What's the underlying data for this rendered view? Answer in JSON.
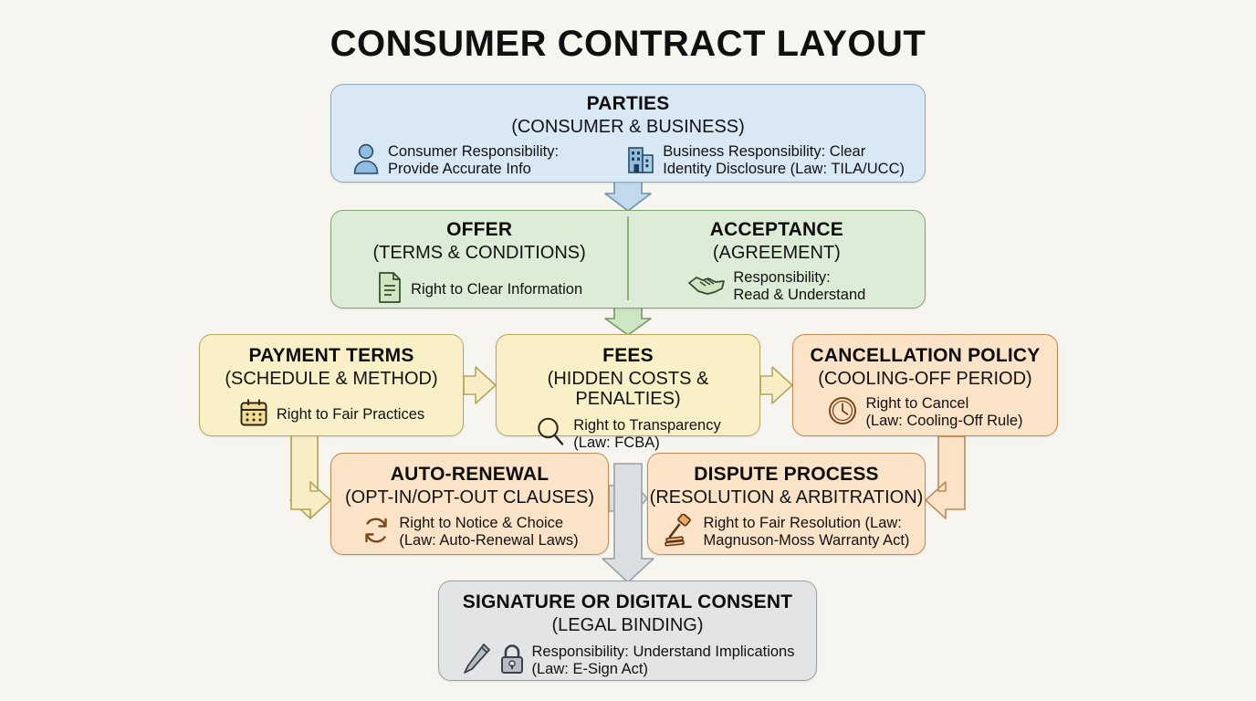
{
  "title": "CONSUMER CONTRACT LAYOUT",
  "colors": {
    "background": "#f7f5f0",
    "parties_fill": "#d9e8f5",
    "parties_border": "#8fa9bd",
    "offer_fill": "#dcecd6",
    "offer_border": "#7fa476",
    "payment_fill": "#faf0c8",
    "payment_border": "#b3a85c",
    "cancel_fill": "#fbe3c8",
    "cancel_border": "#c08a55",
    "signature_fill": "#e2e4e6",
    "signature_border": "#9aa0a6"
  },
  "nodes": {
    "parties": {
      "heading": "PARTIES",
      "subheading": "(CONSUMER & BUSINESS)",
      "left_icon": "person-icon",
      "left_line1": "Consumer Responsibility:",
      "left_line2": "Provide Accurate Info",
      "right_icon": "building-icon",
      "right_line1": "Business Responsibility: Clear",
      "right_line2": "Identity Disclosure (Law: TILA/UCC)"
    },
    "offer": {
      "heading": "OFFER",
      "subheading": "(TERMS & CONDITIONS)",
      "icon": "document-icon",
      "line1": "Right to Clear Information"
    },
    "acceptance": {
      "heading": "ACCEPTANCE",
      "subheading": "(AGREEMENT)",
      "icon": "handshake-icon",
      "line1": "Responsibility:",
      "line2": "Read & Understand"
    },
    "payment": {
      "heading": "PAYMENT TERMS",
      "subheading": "(SCHEDULE & METHOD)",
      "icon": "calendar-icon",
      "line1": "Right to Fair Practices"
    },
    "fees": {
      "heading": "FEES",
      "subheading": "(HIDDEN COSTS & PENALTIES)",
      "icon": "magnifier-icon",
      "line1": "Right to Transparency",
      "line2": "(Law: FCBA)"
    },
    "cancellation": {
      "heading": "CANCELLATION POLICY",
      "subheading": "(COOLING-OFF PERIOD)",
      "icon": "clock-icon",
      "line1": "Right to Cancel",
      "line2": "(Law: Cooling-Off Rule)"
    },
    "autorenewal": {
      "heading": "AUTO-RENEWAL",
      "subheading": "(OPT-IN/OPT-OUT CLAUSES)",
      "icon": "refresh-cycle-icon",
      "line1": "Right to Notice & Choice",
      "line2": "(Law: Auto-Renewal Laws)"
    },
    "dispute": {
      "heading": "DISPUTE PROCESS",
      "subheading": "(RESOLUTION & ARBITRATION)",
      "icon": "gavel-icon",
      "line1": "Right to Fair Resolution (Law:",
      "line2": "Magnuson-Moss Warranty Act)"
    },
    "signature": {
      "heading": "SIGNATURE OR DIGITAL CONSENT",
      "subheading": "(LEGAL BINDING)",
      "icon1": "pen-icon",
      "icon2": "lock-icon",
      "line1": "Responsibility: Understand Implications",
      "line2": "(Law: E-Sign Act)"
    }
  },
  "connectors": [
    {
      "name": "parties-to-offer",
      "from": "parties",
      "to": "offer-acceptance",
      "direction": "down",
      "color": "#b9d2e6"
    },
    {
      "name": "offer-to-payment-row",
      "from": "offer-acceptance",
      "to": "fees",
      "direction": "down",
      "color": "#c8e0c0"
    },
    {
      "name": "payment-to-fees",
      "from": "payment",
      "to": "fees",
      "direction": "right",
      "color": "#f3ecc4"
    },
    {
      "name": "fees-to-cancellation",
      "from": "fees",
      "to": "cancellation",
      "direction": "right",
      "color": "#f3ecc4"
    },
    {
      "name": "payment-to-autorenewal",
      "from": "payment",
      "to": "autorenewal",
      "direction": "down-right",
      "color": "#f5eec8"
    },
    {
      "name": "cancellation-to-dispute",
      "from": "cancellation",
      "to": "dispute",
      "direction": "down-left",
      "color": "#fbe3c8"
    },
    {
      "name": "autorenewal-to-dispute",
      "from": "autorenewal",
      "to": "dispute",
      "direction": "right",
      "color": "#dcdfe2"
    },
    {
      "name": "row-to-signature",
      "from": "autorenewal",
      "to": "signature",
      "direction": "down",
      "color": "#dcdfe2"
    }
  ]
}
